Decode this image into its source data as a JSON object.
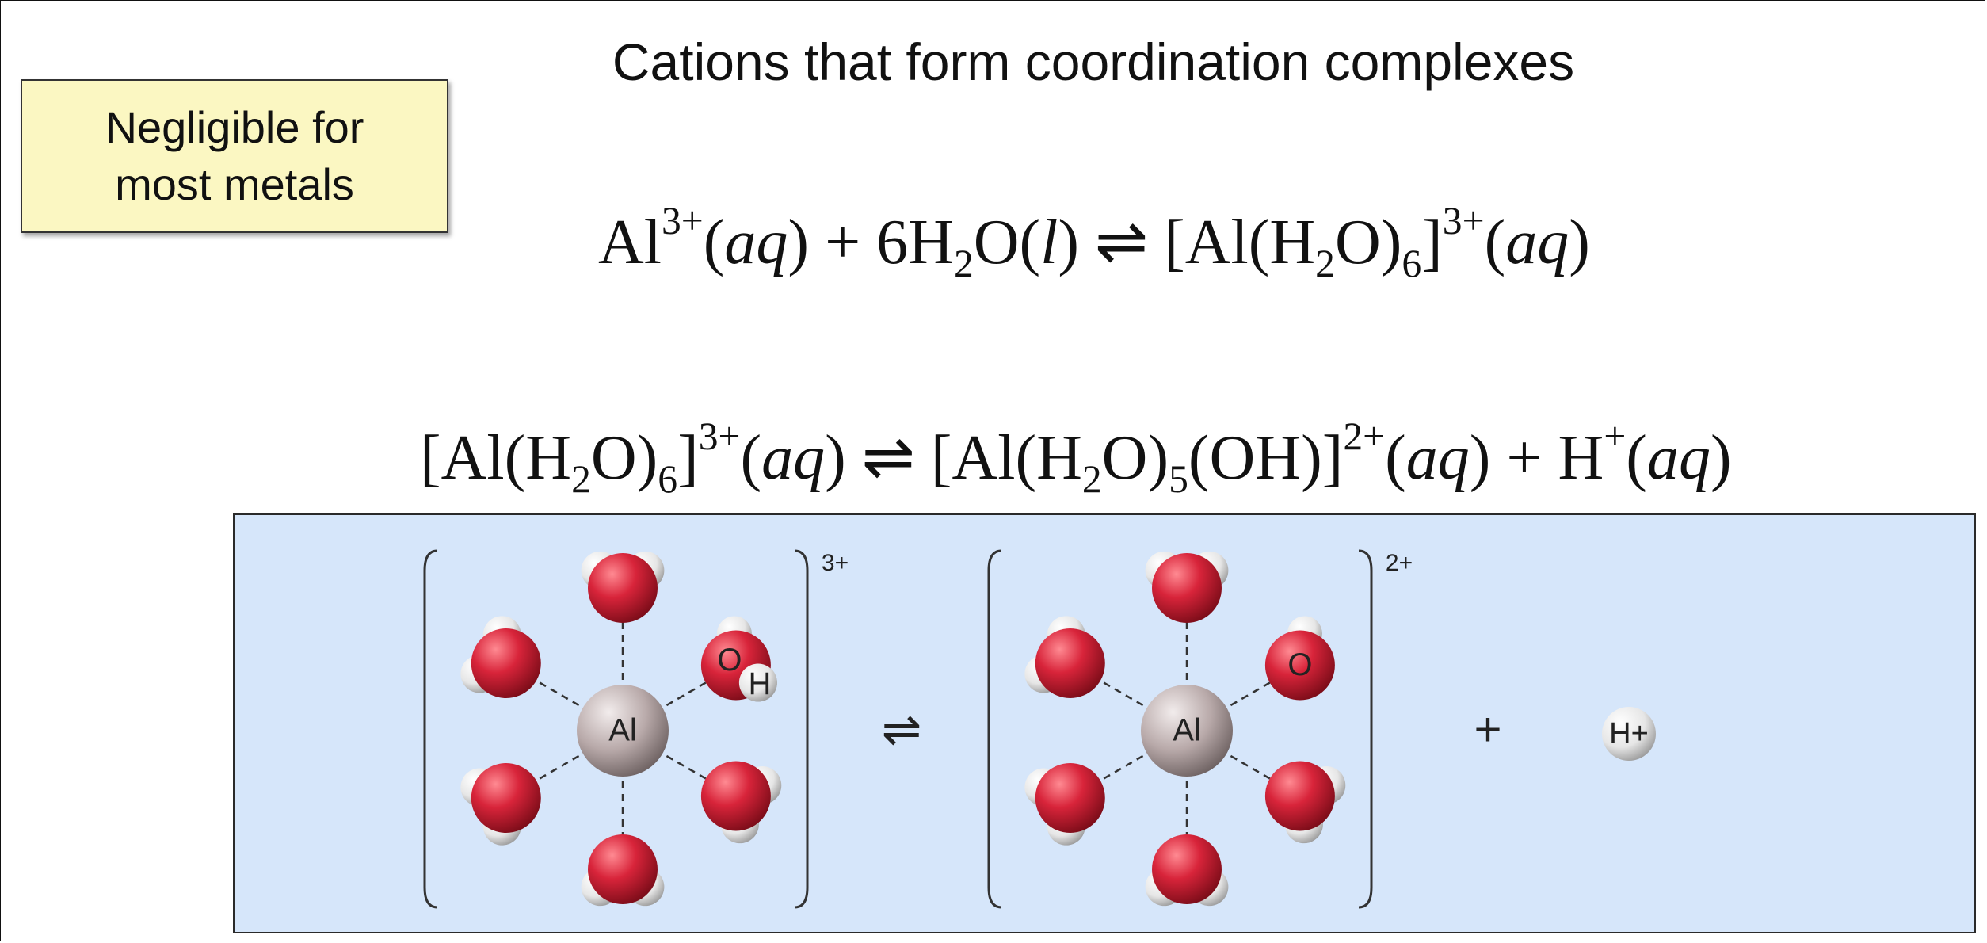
{
  "title": "Cations that form coordination complexes",
  "note": {
    "line1": "Negligible for",
    "line2": "most metals"
  },
  "equation1": {
    "al": "Al",
    "al_charge": "3+",
    "aq1": "aq",
    "plus_water": ") + 6H",
    "sub2": "2",
    "o": "O(",
    "liquid": "l",
    "close": ")",
    "arrow": "⇌",
    "complex_open": "[Al(H",
    "complex_sub2": "2",
    "complex_o": "O)",
    "complex_sub6": "6",
    "complex_close": "]",
    "complex_charge": "3+",
    "aq2": "aq"
  },
  "equation2": {
    "left_open": "[Al(H",
    "left_sub2": "2",
    "left_o": "O)",
    "left_sub6": "6",
    "left_close": "]",
    "left_charge": "3+",
    "aq1": "aq",
    "arrow": "⇌",
    "right_open": "[Al(H",
    "right_sub2": "2",
    "right_o": "O)",
    "right_sub5": "5",
    "right_oh": "(OH)]",
    "right_charge": "2+",
    "aq2": "aq",
    "plus_h": ") + H",
    "h_charge": "+",
    "aq3": "aq"
  },
  "diagram": {
    "left_charge": "3+",
    "right_charge": "2+",
    "center_label": "Al",
    "o_label": "O",
    "h_label": "H",
    "equilibrium_symbol": "⇌",
    "plus_symbol": "+",
    "proton_label": "H+",
    "colors": {
      "oxygen": "#d8243a",
      "hydrogen": "#ededed",
      "aluminum": "#b3a3a3",
      "panel": "#d6e6fa"
    }
  }
}
